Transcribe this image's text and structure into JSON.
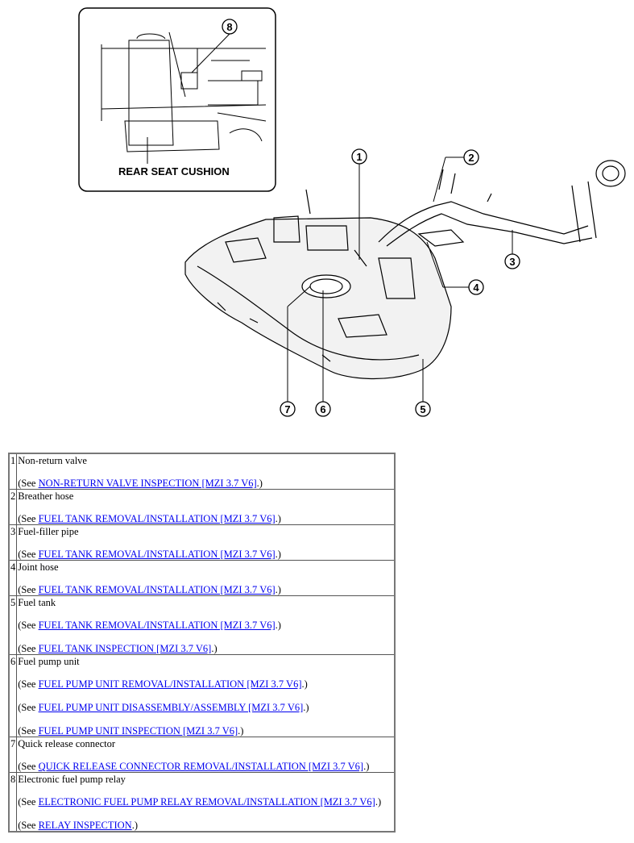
{
  "figure": {
    "inset_caption": "REAR SEAT CUSHION",
    "callouts": [
      "1",
      "2",
      "3",
      "4",
      "5",
      "6",
      "7",
      "8"
    ]
  },
  "parts": [
    {
      "num": "1",
      "name": "Non-return valve",
      "refs": [
        {
          "prefix": "(See ",
          "link": "NON-RETURN VALVE INSPECTION [MZI 3.7 V6]",
          "suffix": ".)"
        }
      ]
    },
    {
      "num": "2",
      "name": "Breather hose",
      "refs": [
        {
          "prefix": "(See ",
          "link": "FUEL TANK REMOVAL/INSTALLATION [MZI 3.7 V6]",
          "suffix": ".)"
        }
      ]
    },
    {
      "num": "3",
      "name": "Fuel-filler pipe",
      "refs": [
        {
          "prefix": "(See ",
          "link": "FUEL TANK REMOVAL/INSTALLATION [MZI 3.7 V6]",
          "suffix": ".)"
        }
      ]
    },
    {
      "num": "4",
      "name": "Joint hose",
      "refs": [
        {
          "prefix": "(See ",
          "link": "FUEL TANK REMOVAL/INSTALLATION [MZI 3.7 V6]",
          "suffix": ".)"
        }
      ]
    },
    {
      "num": "5",
      "name": "Fuel tank",
      "refs": [
        {
          "prefix": "(See ",
          "link": "FUEL TANK REMOVAL/INSTALLATION [MZI 3.7 V6]",
          "suffix": ".)"
        },
        {
          "prefix": "(See ",
          "link": "FUEL TANK INSPECTION [MZI 3.7 V6]",
          "suffix": ".)"
        }
      ]
    },
    {
      "num": "6",
      "name": "Fuel pump unit",
      "refs": [
        {
          "prefix": "(See ",
          "link": "FUEL PUMP UNIT REMOVAL/INSTALLATION [MZI 3.7 V6]",
          "suffix": ".)"
        },
        {
          "prefix": "(See ",
          "link": "FUEL PUMP UNIT DISASSEMBLY/ASSEMBLY [MZI 3.7 V6]",
          "suffix": ".)"
        },
        {
          "prefix": "(See ",
          "link": "FUEL PUMP UNIT INSPECTION [MZI 3.7 V6]",
          "suffix": ".)"
        }
      ]
    },
    {
      "num": "7",
      "name": "Quick release connector",
      "refs": [
        {
          "prefix": "(See ",
          "link": "QUICK RELEASE CONNECTOR REMOVAL/INSTALLATION [MZI 3.7 V6]",
          "suffix": ".)"
        }
      ]
    },
    {
      "num": "8",
      "name": "Electronic fuel pump relay",
      "refs": [
        {
          "prefix": "(See ",
          "link": "ELECTRONIC FUEL PUMP RELAY REMOVAL/INSTALLATION [MZI 3.7 V6]",
          "suffix": ".)"
        },
        {
          "prefix": "(See ",
          "link": "RELAY INSPECTION",
          "suffix": ".)"
        }
      ]
    }
  ]
}
